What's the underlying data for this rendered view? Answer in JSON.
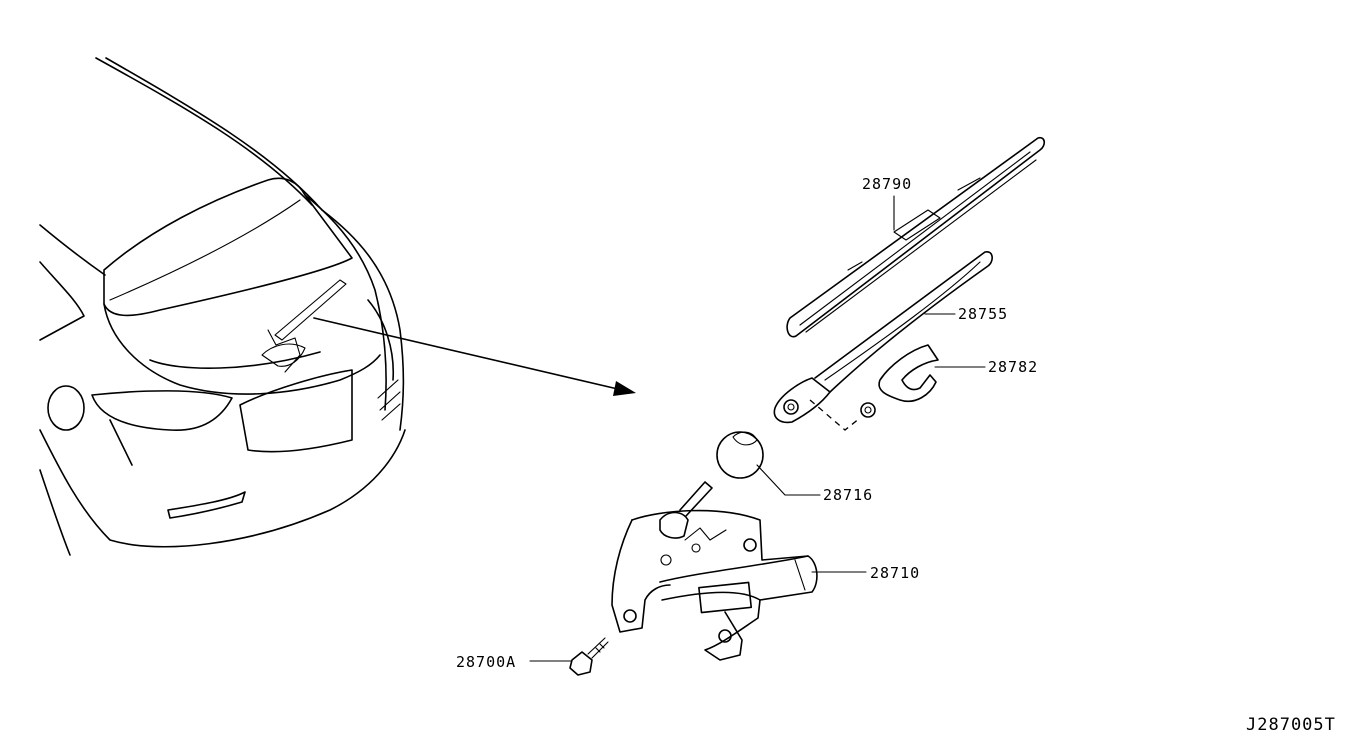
{
  "parts": [
    {
      "id": "p28790",
      "number": "28790"
    },
    {
      "id": "p28755",
      "number": "28755"
    },
    {
      "id": "p28782",
      "number": "28782"
    },
    {
      "id": "p28716",
      "number": "28716"
    },
    {
      "id": "p28710",
      "number": "28710"
    },
    {
      "id": "p28700A",
      "number": "28700A"
    }
  ],
  "diagram_code": "J287005T"
}
